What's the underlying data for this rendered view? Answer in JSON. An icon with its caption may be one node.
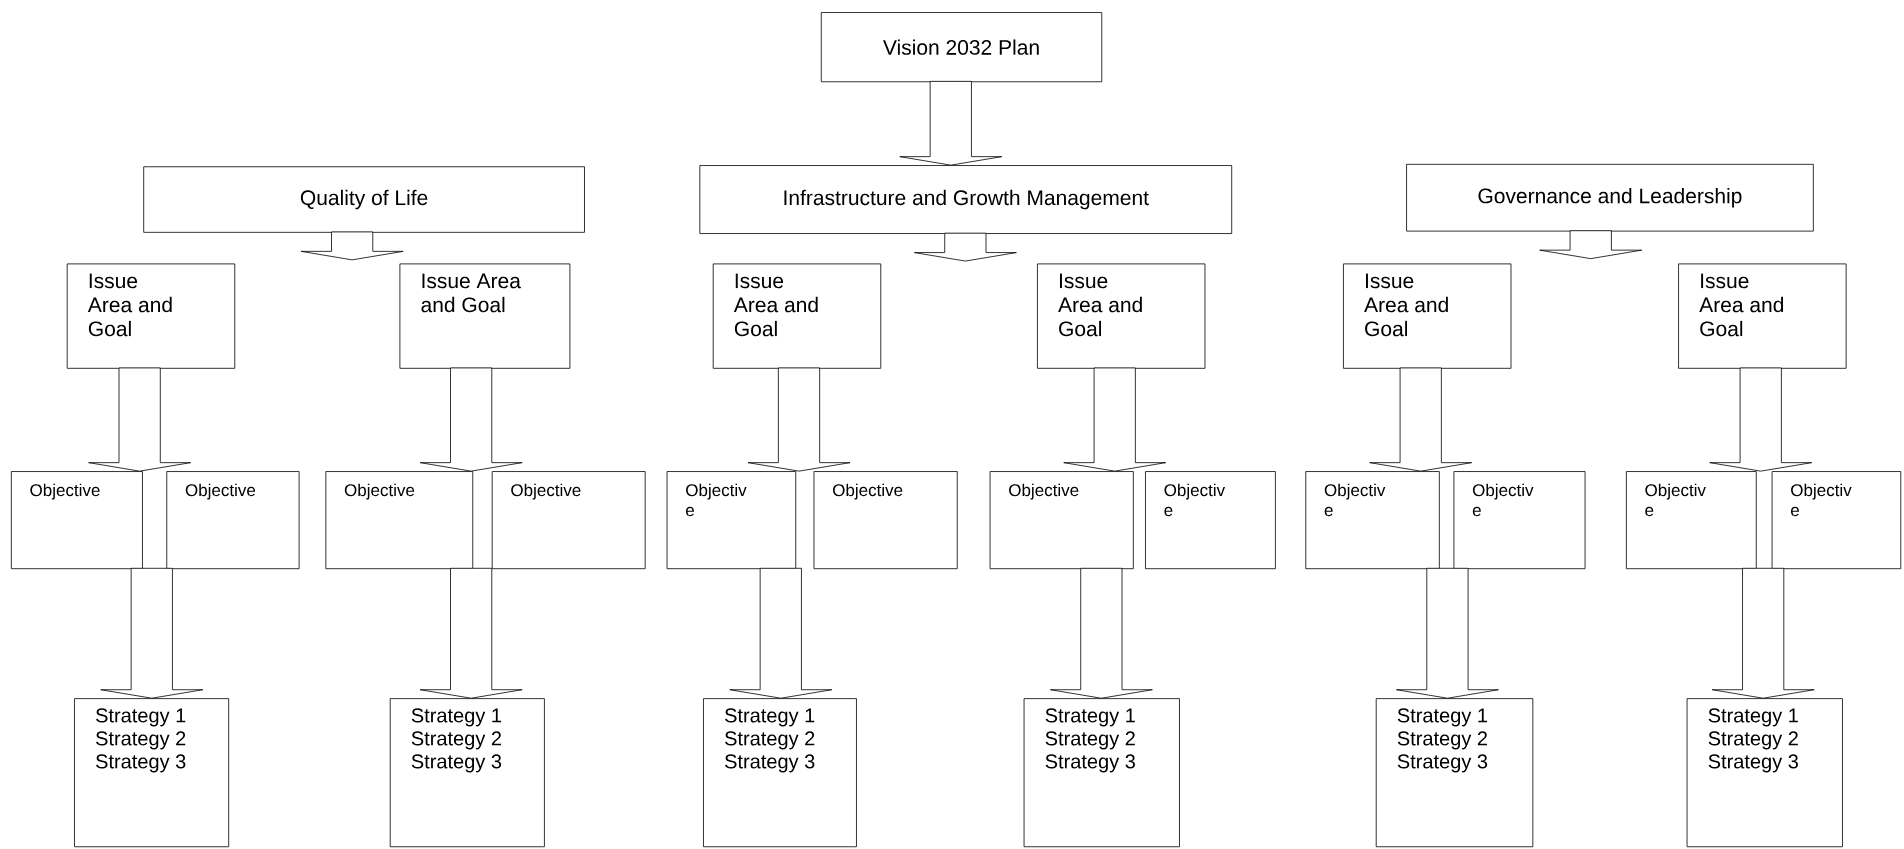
{
  "diagram": {
    "nodes": [
      {
        "text": [
          "Vision 2032 Plan"
        ]
      },
      {
        "text": [
          "Quality of Life"
        ]
      },
      {
        "text": [
          "Infrastructure and Growth Management"
        ]
      },
      {
        "text": [
          "Governance and Leadership"
        ]
      },
      {
        "text": [
          "Issue Area and Goal"
        ]
      },
      {
        "text": [
          "Issue Area and Goal"
        ]
      },
      {
        "text": [
          "Issue Area and Goal"
        ]
      },
      {
        "text": [
          "Issue Area and Goal"
        ]
      },
      {
        "text": [
          "Issue Area and Goal"
        ]
      },
      {
        "text": [
          "Issue Area and Goal"
        ]
      },
      {
        "text": [
          "Objective"
        ]
      },
      {
        "text": [
          "Objective"
        ]
      },
      {
        "text": [
          "Objective"
        ]
      },
      {
        "text": [
          "Objective"
        ]
      },
      {
        "text": [
          "Objectiv e"
        ]
      },
      {
        "text": [
          "Objective"
        ]
      },
      {
        "text": [
          "Objective"
        ]
      },
      {
        "text": [
          "Objectiv e"
        ]
      },
      {
        "text": [
          "Objectiv e"
        ]
      },
      {
        "text": [
          "Objectiv e"
        ]
      },
      {
        "text": [
          "Objectiv e"
        ]
      },
      {
        "text": [
          "Objectiv e"
        ]
      },
      {
        "text": [
          "Strategy 1",
          "Strategy 2",
          "Strategy 3"
        ]
      },
      {
        "text": [
          "Strategy 1",
          "Strategy 2",
          "Strategy 3"
        ]
      },
      {
        "text": [
          "Strategy 1",
          "Strategy 2",
          "Strategy 3"
        ]
      },
      {
        "text": [
          "Strategy 1",
          "Strategy 2",
          "Strategy 3"
        ]
      },
      {
        "text": [
          "Strategy 1",
          "Strategy 2",
          "Strategy 3"
        ]
      },
      {
        "text": [
          "Strategy 1",
          "Strategy 2",
          "Strategy 3"
        ]
      }
    ],
    "edges": [
      {
        "from": 0,
        "to": 2,
        "arrow": "to"
      },
      {
        "from": 1,
        "to": null,
        "arrow": "to"
      },
      {
        "from": 2,
        "to": null,
        "arrow": "to"
      },
      {
        "from": 3,
        "to": null,
        "arrow": "to"
      },
      {
        "from": 4,
        "to": 10,
        "arrow": "to"
      },
      {
        "from": 4,
        "to": 11,
        "arrow": "to"
      },
      {
        "from": 5,
        "to": 12,
        "arrow": "to"
      },
      {
        "from": 5,
        "to": 13,
        "arrow": "to"
      },
      {
        "from": 6,
        "to": 14,
        "arrow": "to"
      },
      {
        "from": 6,
        "to": 15,
        "arrow": "to"
      },
      {
        "from": 7,
        "to": 16,
        "arrow": "to"
      },
      {
        "from": 7,
        "to": 17,
        "arrow": "to"
      },
      {
        "from": 8,
        "to": 18,
        "arrow": "to"
      },
      {
        "from": 8,
        "to": 19,
        "arrow": "to"
      },
      {
        "from": 9,
        "to": 20,
        "arrow": "to"
      },
      {
        "from": 9,
        "to": 21,
        "arrow": "to"
      },
      {
        "from": 10,
        "to": 22,
        "arrow": "to"
      },
      {
        "from": 11,
        "to": 22,
        "arrow": "to"
      },
      {
        "from": 12,
        "to": 23,
        "arrow": "to"
      },
      {
        "from": 13,
        "to": 23,
        "arrow": "to"
      },
      {
        "from": 14,
        "to": 24,
        "arrow": "to"
      },
      {
        "from": 15,
        "to": 24,
        "arrow": "to"
      },
      {
        "from": 16,
        "to": 25,
        "arrow": "to"
      },
      {
        "from": 17,
        "to": 25,
        "arrow": "to"
      },
      {
        "from": 18,
        "to": 26,
        "arrow": "to"
      },
      {
        "from": 19,
        "to": 26,
        "arrow": "to"
      },
      {
        "from": 20,
        "to": 27,
        "arrow": "to"
      },
      {
        "from": 21,
        "to": 27,
        "arrow": "to"
      }
    ]
  }
}
